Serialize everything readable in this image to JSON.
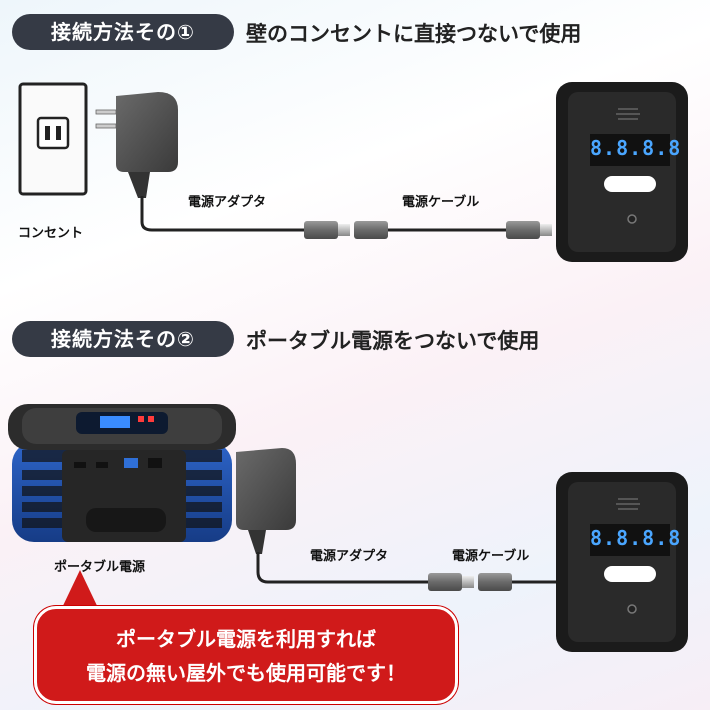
{
  "section1": {
    "badge": "接続方法その①",
    "heading": "壁のコンセントに直接つないで使用",
    "outlet_label": "コンセント",
    "adapter_label": "電源アダプタ",
    "cable_label": "電源ケーブル",
    "display_digits": "8.8.8.8"
  },
  "section2": {
    "badge": "接続方法その②",
    "heading": "ポータブル電源をつないで使用",
    "powerstation_label": "ポータブル電源",
    "adapter_label": "電源アダプタ",
    "cable_label": "電源ケーブル",
    "display_digits": "8.8.8.8"
  },
  "callout": {
    "line1": "ポータブル電源を利用すれば",
    "line2": "電源の無い屋外でも使用可能です！"
  },
  "colors": {
    "badge_bg": "#353a45",
    "callout_bg": "#d01a1a",
    "device_body": "#1e1e1e",
    "display_digit": "#4aa6ff",
    "powerstation_blue": "#1f4ea8"
  }
}
